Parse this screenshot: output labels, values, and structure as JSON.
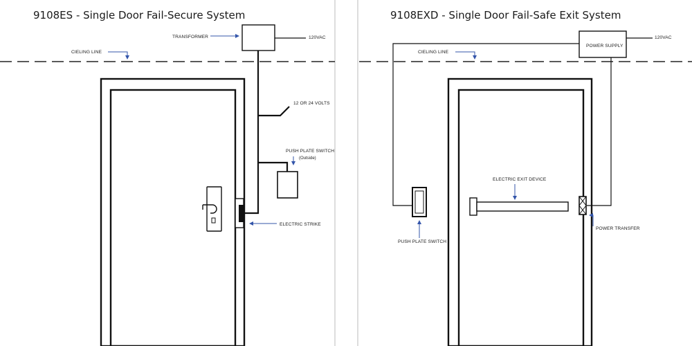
{
  "left_panel": {
    "title": "9108ES - Single Door Fail-Secure System",
    "labels": {
      "transformer": "TRANSFORMER",
      "vac": "120VAC",
      "ceiling": "CIELING LINE",
      "volts": "12 OR 24 VOLTS",
      "push_plate": "PUSH PLATE SWITCH",
      "push_plate_sub": "(Outside)",
      "strike": "ELECTRIC STRIKE"
    }
  },
  "right_panel": {
    "title": "9108EXD - Single Door Fail-Safe Exit System",
    "labels": {
      "power_supply": "POWER SUPPLY",
      "vac": "120VAC",
      "ceiling": "CIELING LINE",
      "exit_device": "ELECTRIC EXIT DEVICE",
      "push_plate": "PUSH PLATE SWITCH",
      "power_transfer": "POWER TRANSFER"
    }
  },
  "colors": {
    "arrow": "#3355aa",
    "line": "#111111",
    "divider": "#bbbbbb"
  }
}
